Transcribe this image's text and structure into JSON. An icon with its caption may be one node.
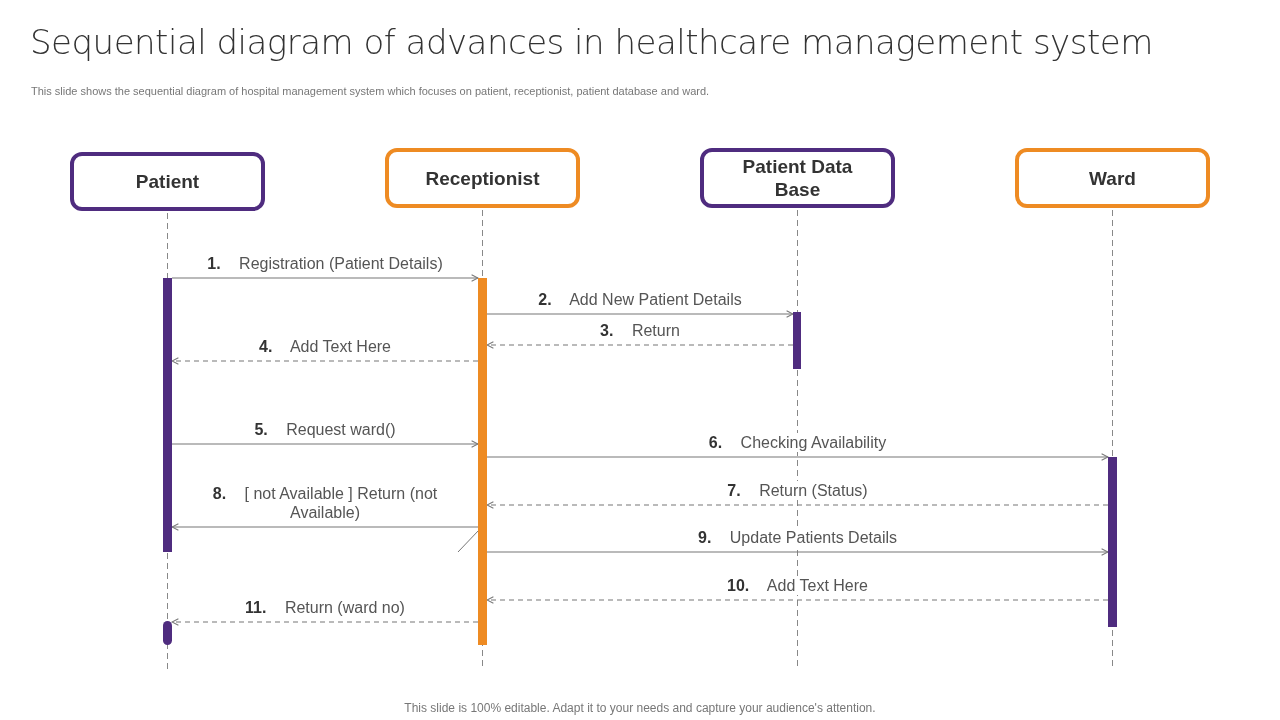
{
  "diagram": {
    "title": "Sequential diagram of advances in healthcare management system",
    "caption": "This slide shows the sequential diagram of hospital management system which focuses on patient, receptionist, patient database and ward.",
    "nodes": [
      {
        "text": [
          "Patient"
        ]
      },
      {
        "text": [
          "Receptionist"
        ]
      },
      {
        "text": [
          "Patient Data Base"
        ]
      },
      {
        "text": [
          "Ward"
        ]
      },
      {
        "text": [],
        "shape": "bar"
      },
      {
        "text": [],
        "shape": "bar"
      },
      {
        "text": [],
        "shape": "bar"
      },
      {
        "text": [],
        "shape": "bar"
      },
      {
        "text": [],
        "shape": "bar"
      }
    ],
    "edges": [
      {
        "from": 4,
        "to": 5,
        "arrow": "to",
        "label": "**1.** Registration (Patient Details)"
      },
      {
        "from": 5,
        "to": 6,
        "arrow": "to",
        "label": "**2.** Add New Patient Details"
      },
      {
        "from": 6,
        "to": 5,
        "arrow": "to",
        "style": "dashed",
        "label": "**3.** Return"
      },
      {
        "from": 5,
        "to": 4,
        "arrow": "to",
        "style": "dashed",
        "label": "**4.** Add Text Here"
      },
      {
        "from": 4,
        "to": 5,
        "arrow": "to",
        "label": "**5.** Request ward()"
      },
      {
        "from": 5,
        "to": 7,
        "arrow": "to",
        "label": "**6.** Checking Availability"
      },
      {
        "from": 7,
        "to": 5,
        "arrow": "to",
        "style": "dashed",
        "label": "**7.** Return (Status)"
      },
      {
        "from": 5,
        "to": 4,
        "arrow": "to",
        "label": "**8.** [ not Available ] Return (not Available)"
      },
      {
        "from": 5,
        "to": 7,
        "arrow": "to",
        "label": "**9.** Update Patients Details"
      },
      {
        "from": 7,
        "to": 5,
        "arrow": "to",
        "style": "dashed",
        "label": "**10.** Add Text Here"
      },
      {
        "from": 5,
        "to": 8,
        "arrow": "to",
        "style": "dashed",
        "label": "**11.** Return (ward no)"
      }
    ],
    "labels": [
      "This slide is 100% editable. Adapt it to your needs and capture your audience's attention."
    ]
  }
}
